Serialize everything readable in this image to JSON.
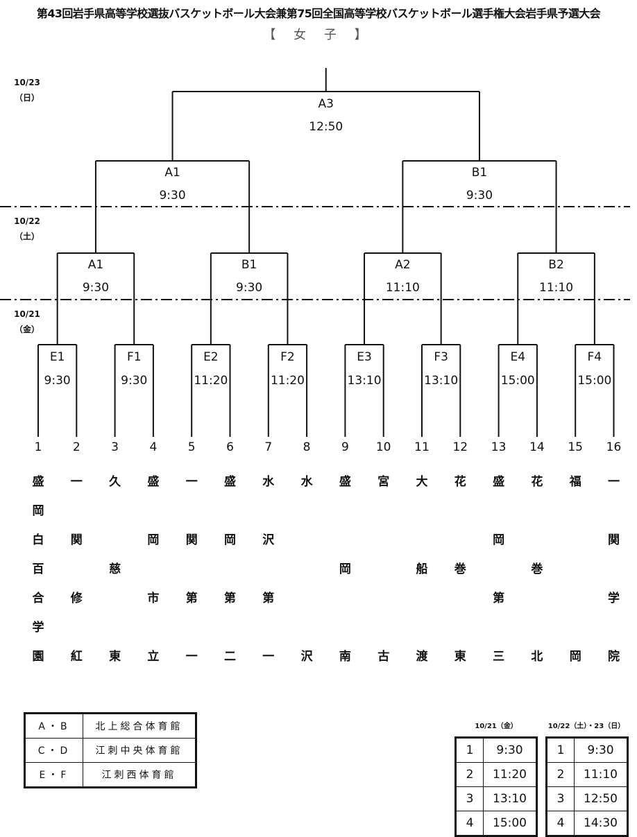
{
  "header": {
    "title": "第43回岩手県高等学校選抜バスケットボール大会兼第75回全国高等学校バスケットボール選手権大会岩手県予選大会",
    "division": "【 女 子 】"
  },
  "dates": [
    {
      "date": "10/23",
      "day": "（日）"
    },
    {
      "date": "10/22",
      "day": "（土）"
    },
    {
      "date": "10/21",
      "day": "（金）"
    }
  ],
  "final": {
    "code": "A3",
    "time": "12:50"
  },
  "semifinals": [
    {
      "code": "A1",
      "time": "9:30"
    },
    {
      "code": "B1",
      "time": "9:30"
    }
  ],
  "quarterfinals": [
    {
      "code": "A1",
      "time": "9:30"
    },
    {
      "code": "B1",
      "time": "9:30"
    },
    {
      "code": "A2",
      "time": "11:10"
    },
    {
      "code": "B2",
      "time": "11:10"
    }
  ],
  "first_round": [
    {
      "code": "E1",
      "time": "9:30"
    },
    {
      "code": "F1",
      "time": "9:30"
    },
    {
      "code": "E2",
      "time": "11:20"
    },
    {
      "code": "F2",
      "time": "11:20"
    },
    {
      "code": "E3",
      "time": "13:10"
    },
    {
      "code": "F3",
      "time": "13:10"
    },
    {
      "code": "E4",
      "time": "15:00"
    },
    {
      "code": "F4",
      "time": "15:00"
    }
  ],
  "teams": [
    {
      "seed": "1",
      "name": "盛岡白百合学園",
      "rows": [
        "盛",
        "岡",
        "白",
        "百",
        "合",
        "学",
        "園"
      ]
    },
    {
      "seed": "2",
      "name": "一関修紅",
      "rows": [
        "一",
        "",
        "関",
        "",
        "修",
        "",
        "紅"
      ]
    },
    {
      "seed": "3",
      "name": "久慈東",
      "rows": [
        "久",
        "",
        "",
        "慈",
        "",
        "",
        "東"
      ]
    },
    {
      "seed": "4",
      "name": "盛岡市立",
      "rows": [
        "盛",
        "",
        "岡",
        "",
        "市",
        "",
        "立"
      ]
    },
    {
      "seed": "5",
      "name": "一関第一",
      "rows": [
        "一",
        "",
        "関",
        "",
        "第",
        "",
        "一"
      ]
    },
    {
      "seed": "6",
      "name": "盛岡第二",
      "rows": [
        "盛",
        "",
        "岡",
        "",
        "第",
        "",
        "二"
      ]
    },
    {
      "seed": "7",
      "name": "水沢第一",
      "rows": [
        "水",
        "",
        "沢",
        "",
        "第",
        "",
        "一"
      ]
    },
    {
      "seed": "8",
      "name": "水沢",
      "rows": [
        "水",
        "",
        "",
        "",
        "",
        "",
        "沢"
      ]
    },
    {
      "seed": "9",
      "name": "盛岡南",
      "rows": [
        "盛",
        "",
        "",
        "岡",
        "",
        "",
        "南"
      ]
    },
    {
      "seed": "10",
      "name": "宮古",
      "rows": [
        "宮",
        "",
        "",
        "",
        "",
        "",
        "古"
      ]
    },
    {
      "seed": "11",
      "name": "大船渡",
      "rows": [
        "大",
        "",
        "",
        "船",
        "",
        "",
        "渡"
      ]
    },
    {
      "seed": "12",
      "name": "花巻東",
      "rows": [
        "花",
        "",
        "",
        "巻",
        "",
        "",
        "東"
      ]
    },
    {
      "seed": "13",
      "name": "盛岡第三",
      "rows": [
        "盛",
        "",
        "岡",
        "",
        "第",
        "",
        "三"
      ]
    },
    {
      "seed": "14",
      "name": "花巻北",
      "rows": [
        "花",
        "",
        "",
        "巻",
        "",
        "",
        "北"
      ]
    },
    {
      "seed": "15",
      "name": "福岡",
      "rows": [
        "福",
        "",
        "",
        "",
        "",
        "",
        "岡"
      ]
    },
    {
      "seed": "16",
      "name": "一関学院",
      "rows": [
        "一",
        "",
        "関",
        "",
        "学",
        "",
        "院"
      ]
    }
  ],
  "venues": [
    {
      "courts": "A・B",
      "venue": "北上総合体育館"
    },
    {
      "courts": "C・D",
      "venue": "江刺中央体育館"
    },
    {
      "courts": "E・F",
      "venue": "江刺西体育館"
    }
  ],
  "schedules": [
    {
      "heading": "10/21（金）",
      "slots": [
        {
          "no": "1",
          "time": "9:30"
        },
        {
          "no": "2",
          "time": "11:20"
        },
        {
          "no": "3",
          "time": "13:10"
        },
        {
          "no": "4",
          "time": "15:00"
        }
      ]
    },
    {
      "heading": "10/22（土）・23（日）",
      "slots": [
        {
          "no": "1",
          "time": "9:30"
        },
        {
          "no": "2",
          "time": "11:10"
        },
        {
          "no": "3",
          "time": "12:50"
        },
        {
          "no": "4",
          "time": "14:30"
        }
      ]
    }
  ]
}
